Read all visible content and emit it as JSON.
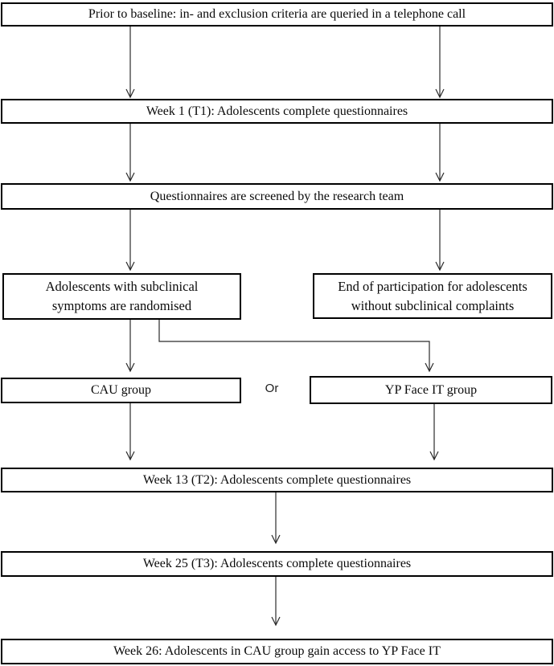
{
  "diagram": {
    "type": "flowchart",
    "nodes": {
      "prior": "Prior to baseline: in- and exclusion criteria are queried in a telephone call",
      "week1": "Week 1 (T1): Adolescents complete questionnaires",
      "screened": "Questionnaires are screened by the research team",
      "randomised": "Adolescents with subclinical symptoms are randomised",
      "end_participation": "End of participation for adolescents without subclinical complaints",
      "cau_group": "CAU group",
      "yp_face_it_group": "YP Face IT group",
      "week13": "Week 13 (T2): Adolescents complete questionnaires",
      "week25": "Week 25 (T3): Adolescents complete questionnaires",
      "week26": "Week 26: Adolescents in CAU group gain access to YP Face IT"
    },
    "or_label": "Or",
    "edges": [
      "prior->week1 (two arrows)",
      "week1->screened (two arrows)",
      "screened->randomised",
      "screened->end_participation",
      "randomised->cau_group",
      "randomised->yp_face_it_group",
      "cau_group->week13",
      "yp_face_it_group->week13",
      "week13->week25",
      "week25->week26"
    ],
    "colors": {
      "line": "#2b2b2b",
      "border": "#000000",
      "text": "#0a0a0a",
      "background": "#ffffff"
    }
  }
}
